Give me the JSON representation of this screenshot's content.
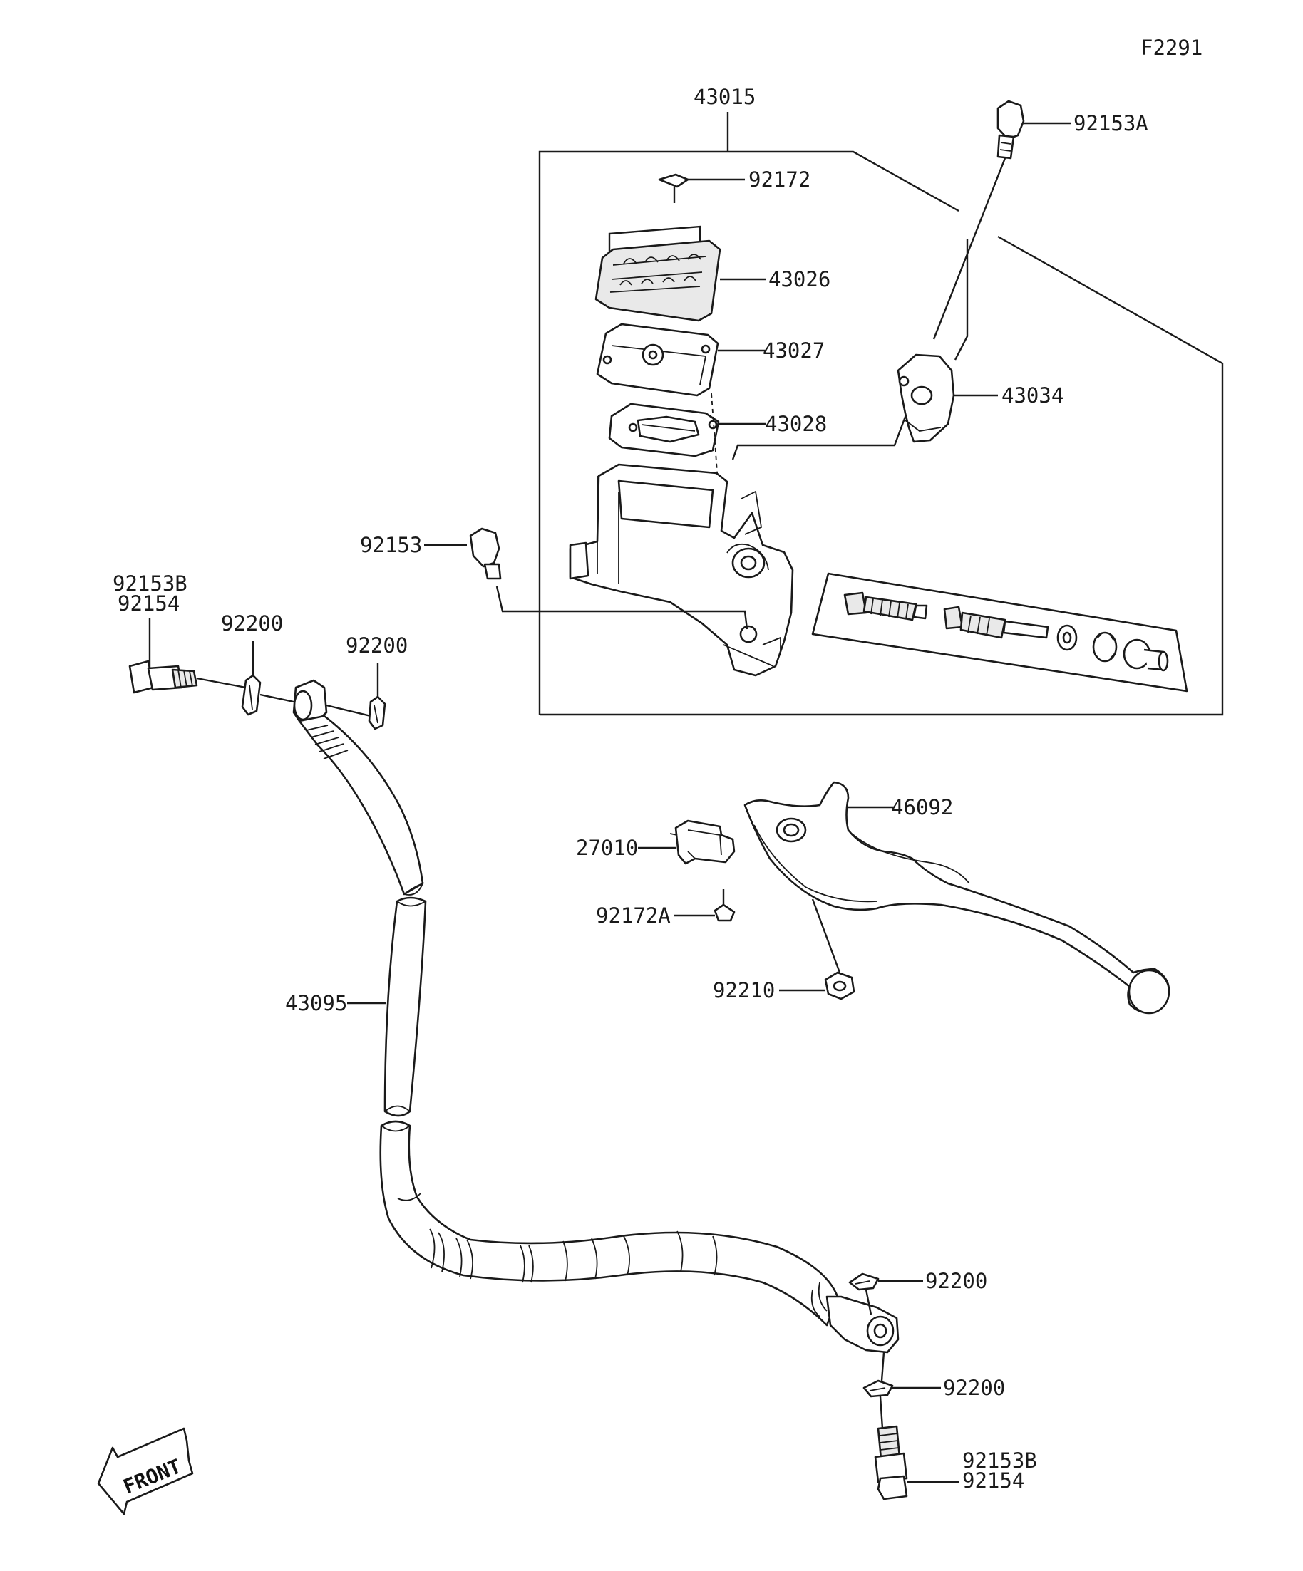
{
  "diagram_code": "F2291",
  "front_marker": "FRONT",
  "labels": {
    "p43015": "43015",
    "p92153A": "92153A",
    "p92172": "92172",
    "p43026": "43026",
    "p43027": "43027",
    "p43028": "43028",
    "p43034": "43034",
    "p92153": "92153",
    "p92153B_top": "92153B",
    "p92154_top": "92154",
    "p92200_a": "92200",
    "p92200_b": "92200",
    "p46092": "46092",
    "p27010": "27010",
    "p92172A": "92172A",
    "p92210": "92210",
    "p43095": "43095",
    "p92200_c": "92200",
    "p92200_d": "92200",
    "p92153B_bottom": "92153B",
    "p92154_bottom": "92154"
  }
}
